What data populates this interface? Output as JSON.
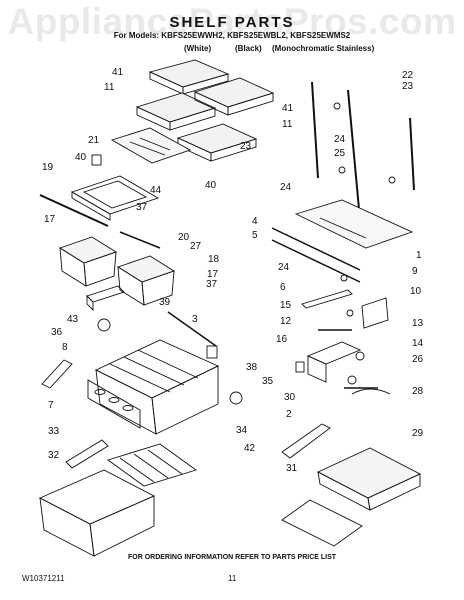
{
  "watermark": "AppliancePartsPros.com",
  "header": {
    "title": "SHELF PARTS",
    "models_line": "For Models: KBFS25EWWH2, KBFS25EWBL2, KBFS25EWMS2",
    "variant_white": "(White)",
    "variant_black": "(Black)",
    "variant_stainless": "(Monochromatic Stainless)"
  },
  "callouts": [
    "41",
    "11",
    "21",
    "40",
    "19",
    "17",
    "43",
    "36",
    "8",
    "7",
    "33",
    "32",
    "44",
    "37",
    "27",
    "20",
    "40",
    "18",
    "17",
    "39",
    "37",
    "3",
    "38",
    "35",
    "34",
    "42",
    "22",
    "23",
    "41",
    "11",
    "23",
    "24",
    "25",
    "24",
    "4",
    "5",
    "1",
    "24",
    "9",
    "6",
    "10",
    "15",
    "12",
    "13",
    "16",
    "14",
    "26",
    "30",
    "28",
    "2",
    "29",
    "31"
  ],
  "footer": {
    "note": "FOR ORDERING INFORMATION REFER TO PARTS PRICE LIST",
    "doc_id": "W10371211",
    "page": "11"
  }
}
